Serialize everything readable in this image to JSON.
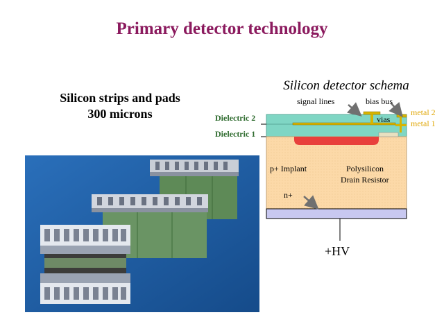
{
  "title": "Primary detector technology",
  "left": {
    "line1": "Silicon strips and pads",
    "line2": "300 microns"
  },
  "photo": {
    "icon": "silicon-detector-modules-photo",
    "background": "#1c5fa8",
    "module_green": "#5e8a57"
  },
  "schema": {
    "title": "Silicon detector schema",
    "labels": {
      "signal_lines": "signal lines",
      "bias_bus": "bias bus",
      "dielectric2": "Dielectric 2",
      "dielectric1": "Dielectric 1",
      "metal2": "metal 2",
      "metal1": "metal 1",
      "vias": "vias",
      "p_implant": "p+ Implant",
      "polysilicon": "Polysilicon",
      "drain_resistor": "Drain Resistor",
      "n_plus": "n+",
      "hv": "+HV"
    },
    "colors": {
      "dielectric": "#7fd6c4",
      "bulk": "#fcd9a8",
      "implant": "#e8403c",
      "metal": "#d8b400",
      "backplane": "#c8c8f0",
      "arrow": "#707070",
      "label_green": "#2e6b2e",
      "label_gold": "#e0a80a",
      "title": "#8b1a5e"
    }
  }
}
